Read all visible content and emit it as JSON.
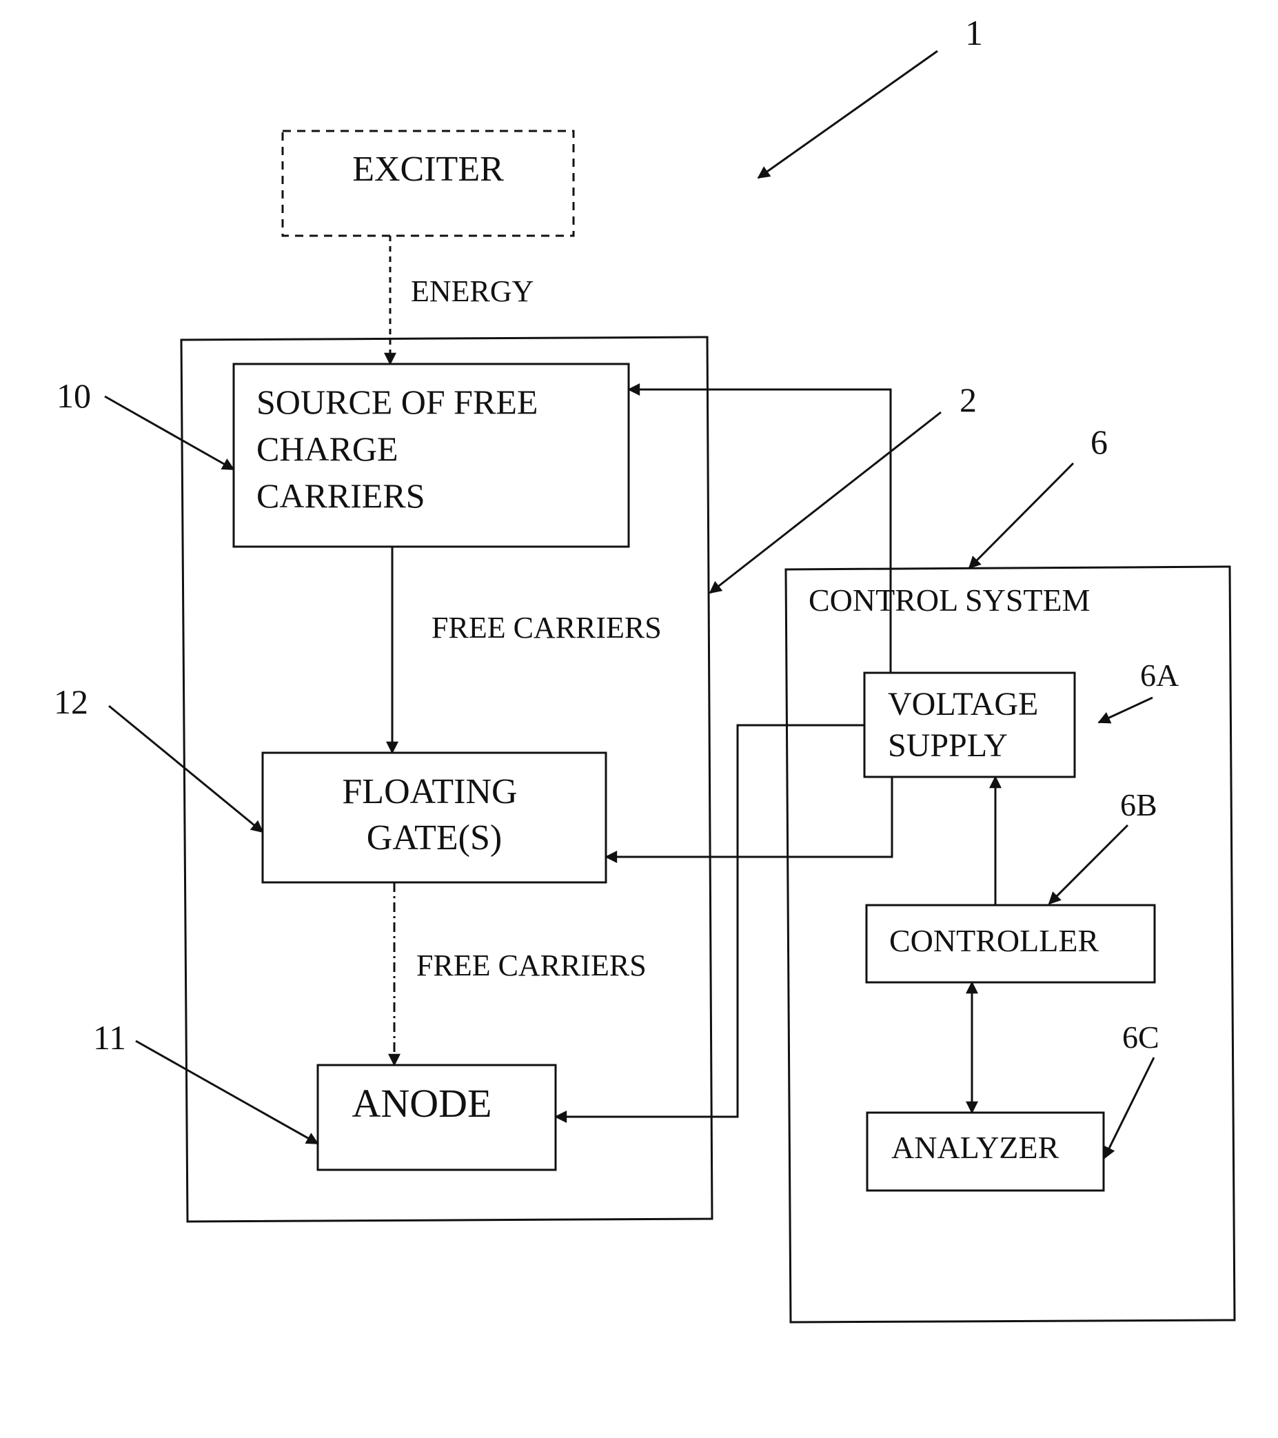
{
  "labels": {
    "figure_ref": "1",
    "exciter": "EXCITER",
    "energy": "ENERGY",
    "source_line1": "SOURCE OF FREE",
    "source_line2": "CHARGE",
    "source_line3": "CARRIERS",
    "free_carriers_upper": "FREE CARRIERS",
    "floating_line1": "FLOATING",
    "floating_line2": "GATE(S)",
    "free_carriers_lower": "FREE CARRIERS",
    "anode": "ANODE",
    "control_system": "CONTROL SYSTEM",
    "voltage_line1": "VOLTAGE",
    "voltage_line2": "SUPPLY",
    "controller": "CONTROLLER",
    "analyzer": "ANALYZER"
  },
  "refs": {
    "r10": "10",
    "r12": "12",
    "r11": "11",
    "r2": "2",
    "r6": "6",
    "r6a": "6A",
    "r6b": "6B",
    "r6c": "6C"
  }
}
